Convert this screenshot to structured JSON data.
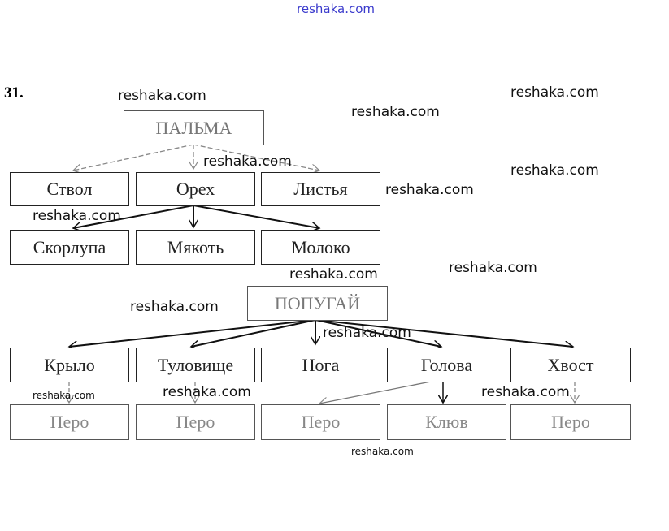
{
  "task_number": "31.",
  "tree1": {
    "root": "ПАЛЬМА",
    "level1": [
      "Ствол",
      "Орех",
      "Листья"
    ],
    "level2": [
      "Скорлупа",
      "Мякоть",
      "Молоко"
    ]
  },
  "tree2": {
    "root": "ПОПУГАЙ",
    "level1": [
      "Крыло",
      "Туловище",
      "Нога",
      "Голова",
      "Хвост"
    ],
    "level2": [
      "Перо",
      "Перо",
      "Перо",
      "Клюв",
      "Перо"
    ]
  },
  "watermark": "reshaka.com"
}
